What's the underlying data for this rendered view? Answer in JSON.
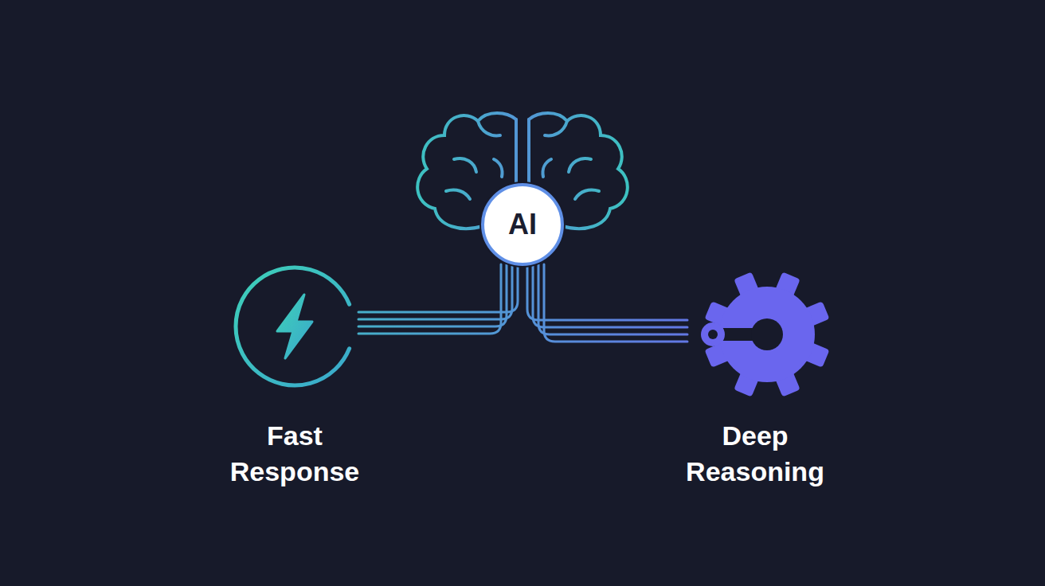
{
  "diagram": {
    "nodes": [
      {
        "text": [
          "AI"
        ]
      },
      {
        "text": [
          "Fast Response"
        ]
      },
      {
        "text": [
          "Deep Reasoning"
        ]
      }
    ],
    "edges": [
      {
        "from": 0,
        "to": 1,
        "arrow": "none"
      },
      {
        "from": 0,
        "to": 2,
        "arrow": "none"
      }
    ]
  }
}
